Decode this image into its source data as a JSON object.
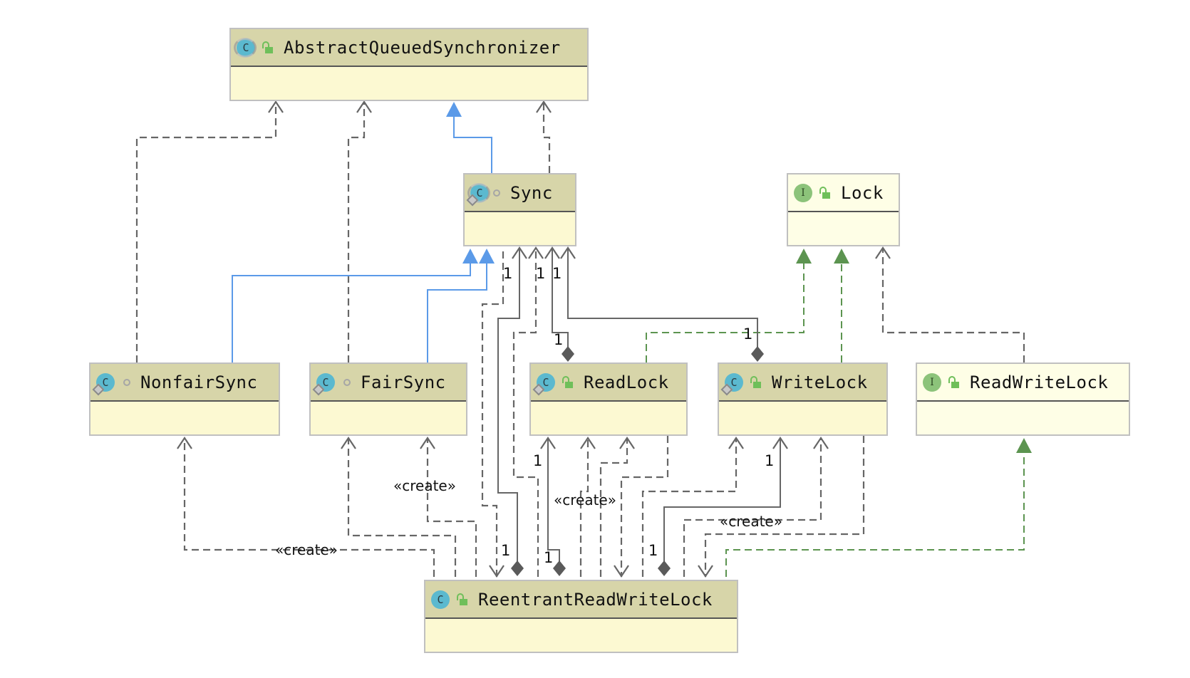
{
  "diagram": {
    "type": "uml-class-diagram",
    "nodes": {
      "aqs": {
        "name": "AbstractQueuedSynchronizer",
        "kind": "abstract class",
        "visibility": "public"
      },
      "sync": {
        "name": "Sync",
        "kind": "abstract class",
        "visibility": "package-private"
      },
      "lock": {
        "name": "Lock",
        "kind": "interface",
        "visibility": "public"
      },
      "nonfairsync": {
        "name": "NonfairSync",
        "kind": "class",
        "visibility": "package-private"
      },
      "fairsync": {
        "name": "FairSync",
        "kind": "class",
        "visibility": "package-private"
      },
      "readlock": {
        "name": "ReadLock",
        "kind": "class",
        "visibility": "public"
      },
      "writelock": {
        "name": "WriteLock",
        "kind": "class",
        "visibility": "public"
      },
      "readwritelock": {
        "name": "ReadWriteLock",
        "kind": "interface",
        "visibility": "public"
      },
      "rrwl": {
        "name": "ReentrantReadWriteLock",
        "kind": "class",
        "visibility": "public"
      }
    },
    "badges": {
      "class": "C",
      "interface": "I"
    },
    "labels": {
      "create": "«create»",
      "one": "1"
    },
    "edges": [
      {
        "from": "Sync",
        "to": "AbstractQueuedSynchronizer",
        "type": "extends"
      },
      {
        "from": "NonfairSync",
        "to": "Sync",
        "type": "extends"
      },
      {
        "from": "FairSync",
        "to": "Sync",
        "type": "extends"
      },
      {
        "from": "ReadLock",
        "to": "Lock",
        "type": "implements"
      },
      {
        "from": "WriteLock",
        "to": "Lock",
        "type": "implements"
      },
      {
        "from": "ReentrantReadWriteLock",
        "to": "ReadWriteLock",
        "type": "implements"
      },
      {
        "from": "NonfairSync",
        "to": "AbstractQueuedSynchronizer",
        "type": "dependency"
      },
      {
        "from": "FairSync",
        "to": "AbstractQueuedSynchronizer",
        "type": "dependency"
      },
      {
        "from": "Sync",
        "to": "AbstractQueuedSynchronizer",
        "type": "dependency"
      },
      {
        "from": "ReadWriteLock",
        "to": "Lock",
        "type": "dependency"
      },
      {
        "from": "ReadLock",
        "to": "Sync",
        "type": "composition",
        "multiplicity": "1"
      },
      {
        "from": "WriteLock",
        "to": "Sync",
        "type": "composition",
        "multiplicity": "1"
      },
      {
        "from": "ReentrantReadWriteLock",
        "to": "Sync",
        "type": "composition",
        "multiplicity": "1"
      },
      {
        "from": "ReentrantReadWriteLock",
        "to": "ReadLock",
        "type": "composition",
        "multiplicity": "1"
      },
      {
        "from": "ReentrantReadWriteLock",
        "to": "WriteLock",
        "type": "composition",
        "multiplicity": "1"
      },
      {
        "from": "ReentrantReadWriteLock",
        "to": "NonfairSync",
        "type": "dependency",
        "label": "«create»"
      },
      {
        "from": "ReentrantReadWriteLock",
        "to": "FairSync",
        "type": "dependency",
        "label": "«create»"
      },
      {
        "from": "ReentrantReadWriteLock",
        "to": "ReadLock",
        "type": "dependency",
        "label": "«create»"
      },
      {
        "from": "ReentrantReadWriteLock",
        "to": "WriteLock",
        "type": "dependency",
        "label": "«create»"
      }
    ]
  }
}
